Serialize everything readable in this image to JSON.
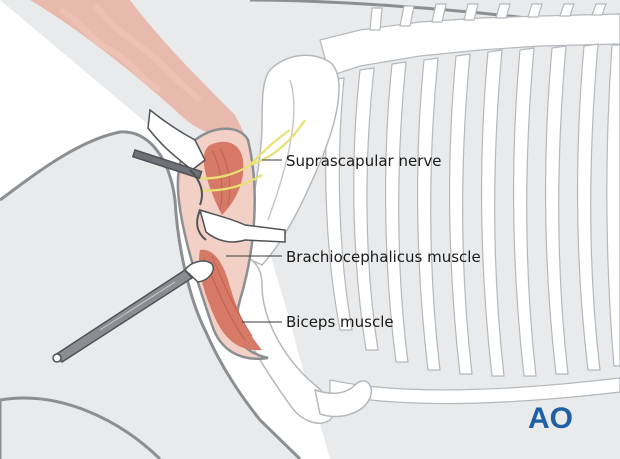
{
  "labels": {
    "suprascapular": "Suprascapular nerve",
    "brachiocephalicus": "Brachiocephalicus muscle",
    "biceps": "Biceps muscle"
  },
  "logo": {
    "text": "AO"
  },
  "colors": {
    "background": "#ffffff",
    "skin": "#e9eaeb",
    "skin_outline": "#8c8f92",
    "bone": "#ffffff",
    "bone_outline": "#b4b8bc",
    "muscle": "#e7a99a",
    "muscle_dark": "#c8604d",
    "nerve": "#e8e070",
    "instrument": "#6e7175",
    "logo": "#1f5fa8"
  }
}
